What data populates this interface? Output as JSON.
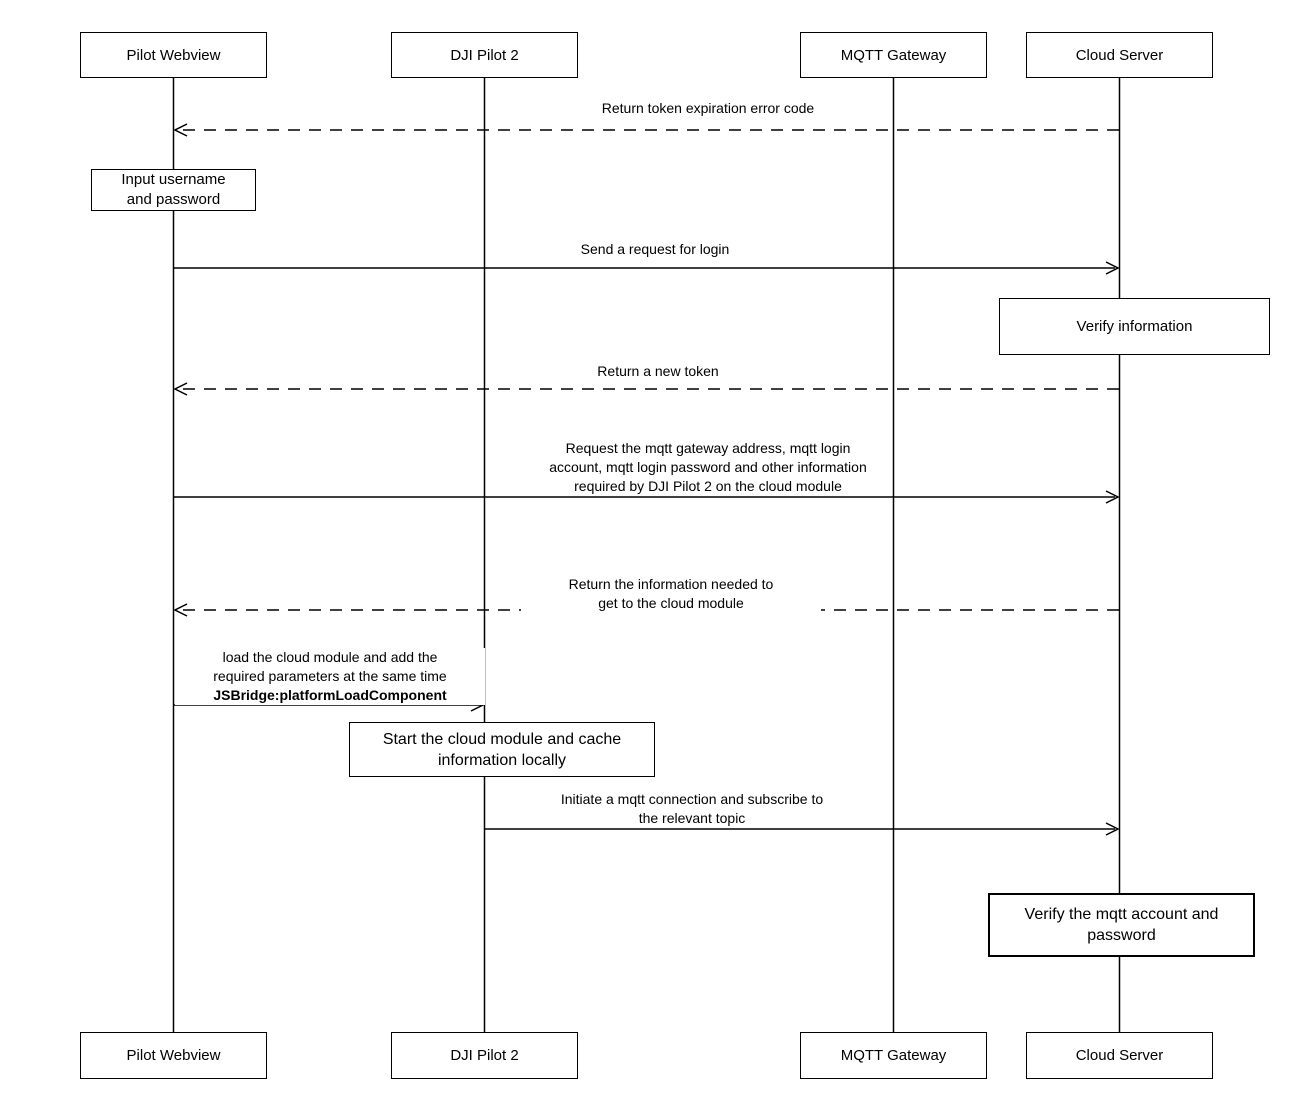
{
  "actors": [
    {
      "name": "Pilot Webview"
    },
    {
      "name": "DJI Pilot 2"
    },
    {
      "name": "MQTT Gateway"
    },
    {
      "name": "Cloud Server"
    }
  ],
  "messages": {
    "token_error": "Return token expiration error code",
    "login_request": "Send a request for login",
    "new_token": "Return a new token",
    "request_info": [
      "Request the mqtt gateway address, mqtt login",
      "account, mqtt login password and other information",
      "required by DJI Pilot 2 on the cloud module"
    ],
    "return_info": [
      "Return the information needed to",
      "get to the cloud module"
    ],
    "load_module": [
      "load the cloud module and add the",
      "required parameters at the same time"
    ],
    "load_module_bold": "JSBridge:platformLoadComponent",
    "mqtt_connect": [
      "Initiate a mqtt connection and subscribe to",
      "the relevant topic"
    ]
  },
  "notes": {
    "input_credentials": [
      "Input username",
      "and password"
    ],
    "verify_information": "Verify information",
    "start_cloud_module": [
      "Start the cloud module and cache",
      "information locally"
    ],
    "verify_mqtt": [
      "Verify the mqtt account and",
      "password"
    ]
  }
}
